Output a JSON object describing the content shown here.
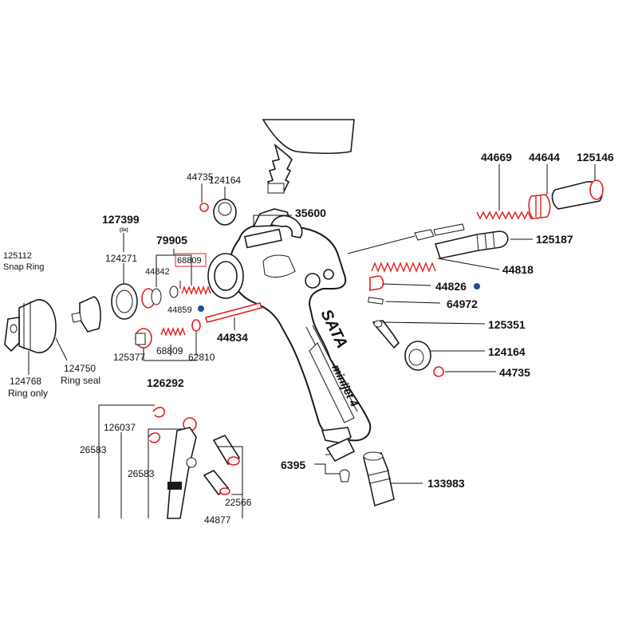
{
  "colors": {
    "accent_red": "#e02020",
    "marker_blue": "#1f4e9c",
    "line": "#1a1a1a"
  },
  "brand": {
    "logo_text": "SATA",
    "model_text": "minijet 4"
  },
  "labels": {
    "p44669": "44669",
    "p44644": "44644",
    "p125146": "125146",
    "p44735_top": "44735",
    "p124164_top": "124164",
    "p35600": "35600",
    "p127399": "127399",
    "p127399_qty": "(3x)",
    "p125112": "125112",
    "p125112_name": "Snap Ring",
    "p124271": "124271",
    "p79905": "79905",
    "p44842": "44842",
    "p68809_box": "68809",
    "p44859": "44859",
    "p125187": "125187",
    "p44818": "44818",
    "p44826": "44826",
    "p64972": "64972",
    "p44834": "44834",
    "p125351": "125351",
    "p124164_right": "124164",
    "p44735_right": "44735",
    "p125377": "125377",
    "p68809": "68809",
    "p62810": "62810",
    "p126292": "126292",
    "p124768": "124768",
    "p124768_note": "Ring only",
    "p124750": "124750",
    "p124750_name": "Ring seal",
    "p126037": "126037",
    "p26583_left": "26583",
    "p26583_mid": "26583",
    "p6395": "6395",
    "p133983": "133983",
    "p22566": "22566",
    "p44877": "44877"
  }
}
